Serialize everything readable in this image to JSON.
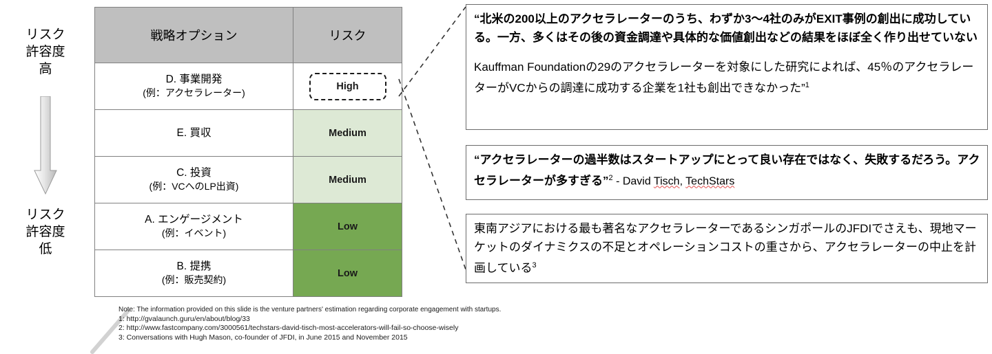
{
  "axis": {
    "top_label": "リスク\n許容度\n高",
    "top_lines": [
      "リスク",
      "許容度",
      "高"
    ],
    "bottom_lines": [
      "リスク",
      "許容度",
      "低"
    ],
    "arrow_direction": "down",
    "arrow_name": "down-arrow-icon"
  },
  "table": {
    "headers": {
      "option": "戦略オプション",
      "risk": "リスク"
    },
    "rows": [
      {
        "option_main": "D. 事業開発",
        "option_sub": "(例：アクセラレーター)",
        "risk": "High",
        "risk_level": "high",
        "highlighted": true
      },
      {
        "option_main": "E. 買収",
        "option_sub": "",
        "risk": "Medium",
        "risk_level": "medium",
        "highlighted": false
      },
      {
        "option_main": "C. 投資",
        "option_sub": "(例：VCへのLP出資)",
        "risk": "Medium",
        "risk_level": "medium",
        "highlighted": false
      },
      {
        "option_main": "A. エンゲージメント",
        "option_sub": "(例：イベント)",
        "risk": "Low",
        "risk_level": "low",
        "highlighted": false
      },
      {
        "option_main": "B. 提携",
        "option_sub": "(例：販売契約)",
        "risk": "Low",
        "risk_level": "low",
        "highlighted": false
      }
    ]
  },
  "callouts": [
    {
      "id": "callout-1",
      "paragraph_1": "“北米の200以上のアクセラレーターのうち、わずか3〜4社のみがEXIT事例の創出に成功している。一方、多くはその後の資金調達や具体的な価値創出などの結果をほぼ全く作り出せていない",
      "paragraph_2": "Kauffman Foundationの29のアクセラレーターを対象にした研究によれば、45％のアクセラレーターがVCからの調達に成功する企業を1社も創出できなかった”",
      "footnote_ref": "1"
    },
    {
      "id": "callout-2",
      "quote": "“アクセラレーターの過半数はスタートアップにとって良い存在ではなく、失敗するだろう。アクセラレーターが多すぎる”",
      "footnote_ref": "2",
      "attribution_prefix": "- David ",
      "attribution_name_1": "Tisch",
      "attribution_sep": ", ",
      "attribution_name_2": "TechStars"
    },
    {
      "id": "callout-3",
      "text": "東南アジアにおける最も著名なアクセラレーターであるシンガポールのJFDIでさえも、現地マーケットのダイナミクスの不足とオペレーションコストの重さから、アクセラレーターの中止を計画している",
      "footnote_ref": "3"
    }
  ],
  "footnotes": {
    "note": "Note: The information provided on this slide is the venture partners' estimation regarding corporate engagement with startups.",
    "items": [
      "1: http://gvalaunch.guru/en/about/blog/33",
      "2: http://www.fastcompany.com/3000561/techstars-david-tisch-most-accelerators-will-fail-so-choose-wisely",
      "3: Conversations with Hugh Mason, co-founder of JFDI, in June 2015 and November 2015"
    ]
  },
  "colors": {
    "header_gray": "#bfbfbf",
    "risk_medium": "#dde9d5",
    "risk_low": "#76a852",
    "border": "#808080",
    "callout_border": "#6b6b6b",
    "connector": "#333333",
    "spellcheck": "#e04a4a"
  }
}
